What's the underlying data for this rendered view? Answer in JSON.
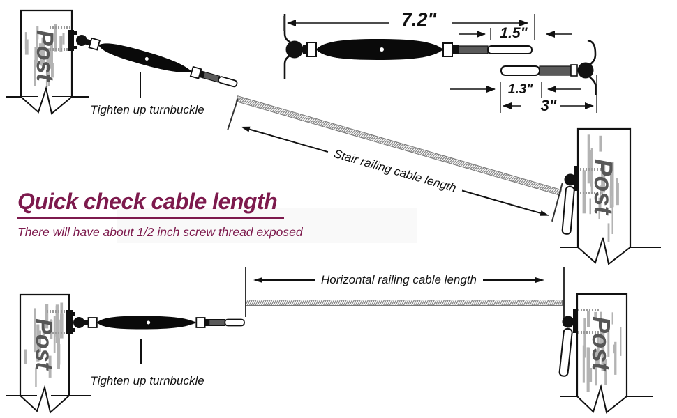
{
  "colors": {
    "accent": "#7d1a4d",
    "line": "#111111",
    "thread_fill": "#5a5a5a",
    "grain": "#b3b3b3",
    "post_text": "#575757"
  },
  "heading": {
    "title": "Quick check cable length",
    "subtitle": "There will have  about 1/2 inch screw thread exposed"
  },
  "labels": {
    "post": "Post",
    "tighten_turnbuckle": "Tighten up turnbuckle",
    "stair_cable_length": "Stair railing cable length",
    "horizontal_cable_length": "Horizontal railing cable length"
  },
  "dimensions": {
    "turnbuckle_overall": "7.2\"",
    "right_thread": "1.5\"",
    "stud_thread": "1.3\"",
    "stud_overall": "3\""
  }
}
